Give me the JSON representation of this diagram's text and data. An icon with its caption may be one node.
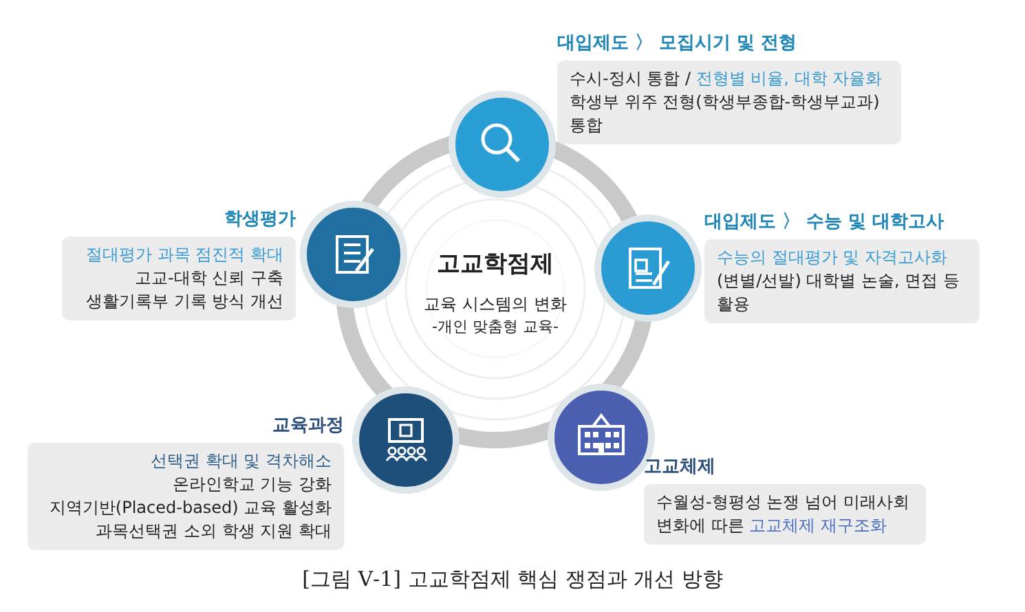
{
  "diagram": {
    "caption": "[그림 Ⅴ-1] 고교학점제 핵심 쟁점과 개선 방향",
    "nodes": [
      {
        "text": [
          "고교학점제",
          "교육 시스템의 변화",
          "-개인 맞춤형 교육-"
        ]
      },
      {
        "text": [],
        "shape": "circle"
      },
      {
        "text": [],
        "shape": "circle"
      },
      {
        "text": [],
        "shape": "circle"
      },
      {
        "text": [],
        "shape": "circle"
      },
      {
        "text": [],
        "shape": "circle"
      },
      {
        "text": [
          "대입제도 〉 모집시기 및 전형",
          "수시-정시 통합 /",
          "전형별 비율, 대학 자율화",
          "학생부 위주 전형(학생부종합-학생부교과) 통합"
        ]
      },
      {
        "text": [
          "학생평가",
          "절대평가 과목 점진적 확대",
          "고교-대학 신뢰 구축",
          "생활기록부 기록 방식 개선"
        ]
      },
      {
        "text": [
          "대입제도 〉 수능 및 대학고사",
          "수능의 절대평가 및 자격고사화",
          "(변별/선발) 대학별 논술, 면접 등 활용"
        ]
      },
      {
        "text": [
          "교육과정",
          "선택권 확대 및 격차해소",
          "온라인학교 기능 강화",
          "지역기반(Placed-based) 교육 활성화",
          "과목선택권 소외 학생 지원 확대"
        ]
      },
      {
        "text": [
          "고교체제",
          "수월성-형평성 논쟁 넘어 미래사회",
          "변화에 따른",
          "고교체제 재구조화"
        ]
      }
    ],
    "edges": []
  }
}
